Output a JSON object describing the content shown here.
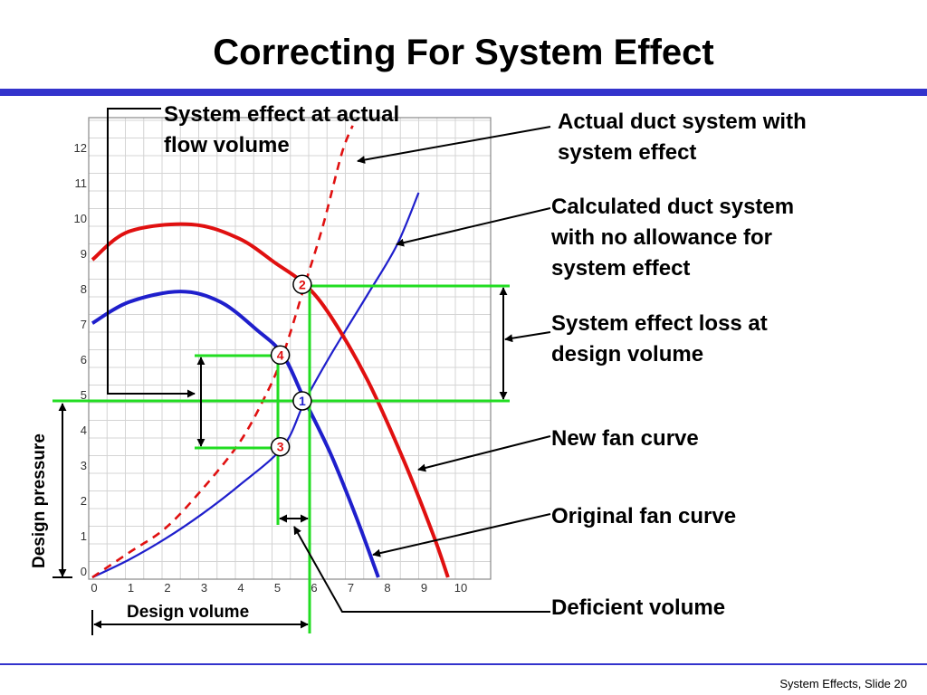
{
  "slide": {
    "title": "Correcting For System Effect",
    "footer": "System Effects, Slide 20"
  },
  "labels": {
    "system_effect_actual": [
      "System effect at actual",
      "flow volume"
    ],
    "actual_duct": [
      "Actual duct system with",
      "system effect"
    ],
    "calculated_duct": [
      "Calculated duct system",
      "with no allowance for",
      "system effect"
    ],
    "system_effect_loss": [
      "System effect loss at",
      "design volume"
    ],
    "new_fan_curve": "New fan curve",
    "original_fan_curve": "Original fan curve",
    "deficient_volume": "Deficient volume",
    "design_pressure": "Design pressure",
    "design_volume": "Design volume"
  },
  "axes": {
    "x_ticks": [
      "0",
      "1",
      "2",
      "3",
      "4",
      "5",
      "6",
      "7",
      "8",
      "9",
      "10"
    ],
    "y_ticks": [
      "0",
      "1",
      "2",
      "3",
      "4",
      "5",
      "6",
      "7",
      "8",
      "9",
      "10",
      "11",
      "12"
    ]
  },
  "points": [
    {
      "label": "1",
      "x": 5.8,
      "y": 5.0,
      "color": "#1f1fcc"
    },
    {
      "label": "2",
      "x": 5.8,
      "y": 8.3,
      "color": "#e01010"
    },
    {
      "label": "3",
      "x": 5.2,
      "y": 3.7,
      "color": "#e01010"
    },
    {
      "label": "4",
      "x": 5.2,
      "y": 6.3,
      "color": "#e01010"
    }
  ],
  "curves": {
    "new_fan": {
      "color": "#e01010",
      "points": [
        [
          0,
          9.0
        ],
        [
          1,
          9.8
        ],
        [
          2.7,
          10.0
        ],
        [
          4,
          9.6
        ],
        [
          5,
          8.9
        ],
        [
          5.8,
          8.3
        ],
        [
          6.5,
          7.4
        ],
        [
          7.5,
          5.6
        ],
        [
          8.5,
          3.3
        ],
        [
          9.3,
          1.2
        ],
        [
          9.7,
          0
        ]
      ]
    },
    "original_fan": {
      "color": "#1f1fcc",
      "points": [
        [
          0,
          7.2
        ],
        [
          1,
          7.8
        ],
        [
          2.4,
          8.1
        ],
        [
          3.5,
          7.8
        ],
        [
          4.5,
          7.0
        ],
        [
          5.2,
          6.3
        ],
        [
          5.8,
          5.0
        ],
        [
          6.5,
          3.5
        ],
        [
          7.2,
          1.7
        ],
        [
          7.8,
          0
        ]
      ]
    },
    "calculated_duct": {
      "color": "#1f1fcc",
      "points": [
        [
          0,
          0
        ],
        [
          1,
          0.5
        ],
        [
          2,
          1.1
        ],
        [
          3,
          1.8
        ],
        [
          4,
          2.6
        ],
        [
          5.2,
          3.7
        ],
        [
          5.8,
          5.0
        ],
        [
          6.5,
          6.3
        ],
        [
          7.5,
          8.0
        ],
        [
          8.3,
          9.4
        ],
        [
          8.9,
          10.9
        ]
      ]
    },
    "actual_duct": {
      "color": "#e01010",
      "points": [
        [
          0,
          0
        ],
        [
          1,
          0.7
        ],
        [
          2,
          1.4
        ],
        [
          3,
          2.5
        ],
        [
          4,
          3.8
        ],
        [
          4.7,
          5.1
        ],
        [
          5.2,
          6.3
        ],
        [
          5.8,
          8.3
        ],
        [
          6.3,
          10.0
        ],
        [
          6.8,
          12.0
        ],
        [
          7.1,
          12.8
        ]
      ]
    }
  },
  "colors": {
    "guide": "#22dd22",
    "fan_red": "#e01010",
    "duct_blue": "#1f1fcc",
    "accent_rule": "#3333cc"
  }
}
